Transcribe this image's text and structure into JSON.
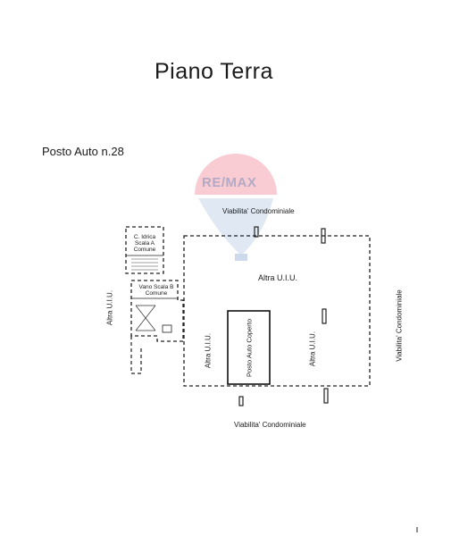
{
  "title": "Piano Terra",
  "subtitle": "Posto Auto  n.28",
  "watermark": {
    "brand": "RE/MAX",
    "colors": {
      "red": "#e21d38",
      "blue": "#1a5ba8"
    }
  },
  "labels": {
    "road_top": "Viabilita' Condominiale",
    "road_bottom": "Viabilita' Condominiale",
    "road_right": "Viabilita' Condominiale",
    "other_unit_top": "Altra U.I.U.",
    "other_unit_left_inner": "Altra U.I.U.",
    "other_unit_right_inner": "Altra U.I.U.",
    "other_unit_far_left": "Altra U.I.U.",
    "parking_space": "Posto Auto Coperto",
    "stair_a_line1": "C. Idrica",
    "stair_a_line2": "Scala A",
    "stair_a_line3": "Comune",
    "stair_b_line1": "Vano Scala B",
    "stair_b_line2": "Comune"
  }
}
